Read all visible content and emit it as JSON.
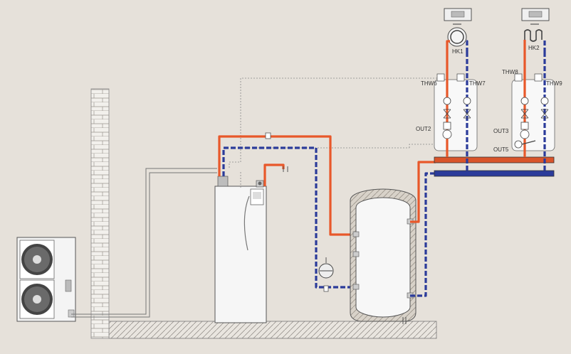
{
  "labels": {
    "hk1": "HK1",
    "hk2": "HK2",
    "thw6": "THW6",
    "thw7": "THW7",
    "thw8": "THW8",
    "thw9": "THW9",
    "out2": "OUT2",
    "out3": "OUT3",
    "out5": "OUT5"
  },
  "colors": {
    "supply": "#e8582a",
    "return": "#2b3b9a",
    "background": "#e6e1da"
  }
}
